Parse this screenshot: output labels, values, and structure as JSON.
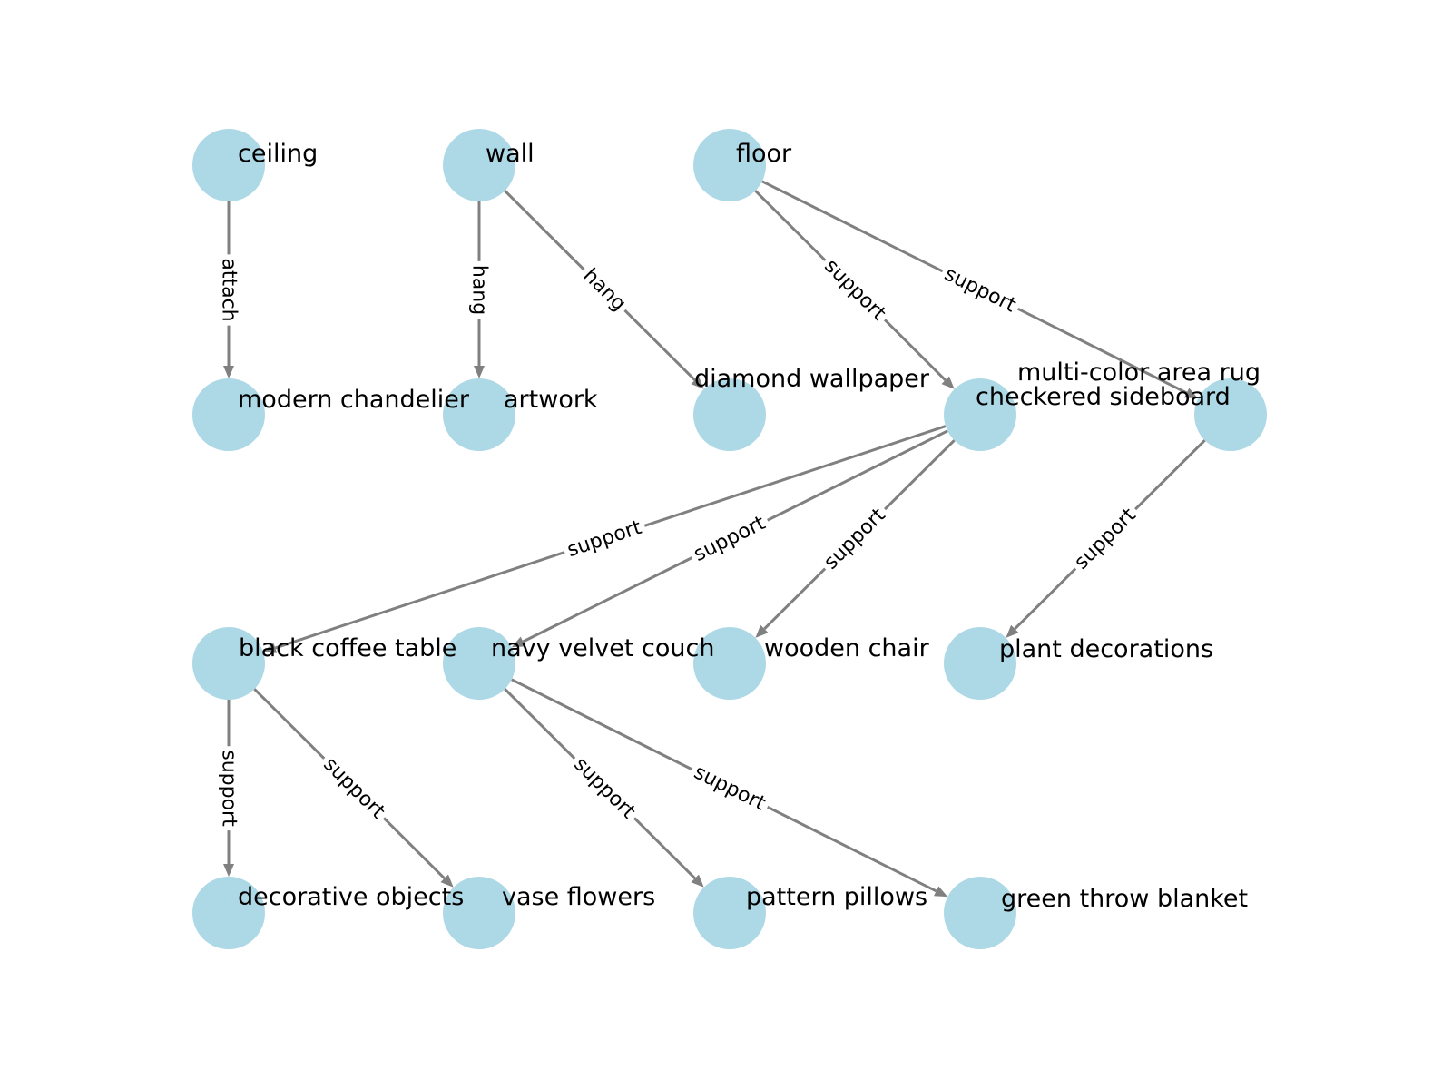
{
  "diagram": {
    "type": "directed-graph",
    "node_color": "#add8e6",
    "edge_color": "#808080",
    "nodes": [
      {
        "id": "ceiling",
        "label": "ceiling"
      },
      {
        "id": "wall",
        "label": "wall"
      },
      {
        "id": "floor",
        "label": "floor"
      },
      {
        "id": "modern_chandelier",
        "label": "modern chandelier"
      },
      {
        "id": "artwork",
        "label": "artwork"
      },
      {
        "id": "diamond_wallpaper",
        "label": "diamond wallpaper"
      },
      {
        "id": "checkered_sideboard",
        "label": "checkered sideboard"
      },
      {
        "id": "multi_color_area_rug",
        "label": "multi-color area rug"
      },
      {
        "id": "black_coffee_table",
        "label": "black coffee table"
      },
      {
        "id": "navy_velvet_couch",
        "label": "navy velvet couch"
      },
      {
        "id": "wooden_chair",
        "label": "wooden chair"
      },
      {
        "id": "plant_decorations",
        "label": "plant decorations"
      },
      {
        "id": "decorative_objects",
        "label": "decorative objects"
      },
      {
        "id": "vase_flowers",
        "label": "vase flowers"
      },
      {
        "id": "pattern_pillows",
        "label": "pattern pillows"
      },
      {
        "id": "green_throw_blanket",
        "label": "green throw blanket"
      }
    ],
    "edges": [
      {
        "source": "ceiling",
        "target": "modern_chandelier",
        "label": "attach"
      },
      {
        "source": "wall",
        "target": "artwork",
        "label": "hang"
      },
      {
        "source": "wall",
        "target": "diamond_wallpaper",
        "label": "hang"
      },
      {
        "source": "floor",
        "target": "checkered_sideboard",
        "label": "support"
      },
      {
        "source": "floor",
        "target": "multi_color_area_rug",
        "label": "support"
      },
      {
        "source": "checkered_sideboard",
        "target": "black_coffee_table",
        "label": "support"
      },
      {
        "source": "checkered_sideboard",
        "target": "navy_velvet_couch",
        "label": "support"
      },
      {
        "source": "checkered_sideboard",
        "target": "wooden_chair",
        "label": "support"
      },
      {
        "source": "multi_color_area_rug",
        "target": "plant_decorations",
        "label": "support"
      },
      {
        "source": "black_coffee_table",
        "target": "decorative_objects",
        "label": "support"
      },
      {
        "source": "black_coffee_table",
        "target": "vase_flowers",
        "label": "support"
      },
      {
        "source": "navy_velvet_couch",
        "target": "pattern_pillows",
        "label": "support"
      },
      {
        "source": "navy_velvet_couch",
        "target": "green_throw_blanket",
        "label": "support"
      }
    ]
  }
}
